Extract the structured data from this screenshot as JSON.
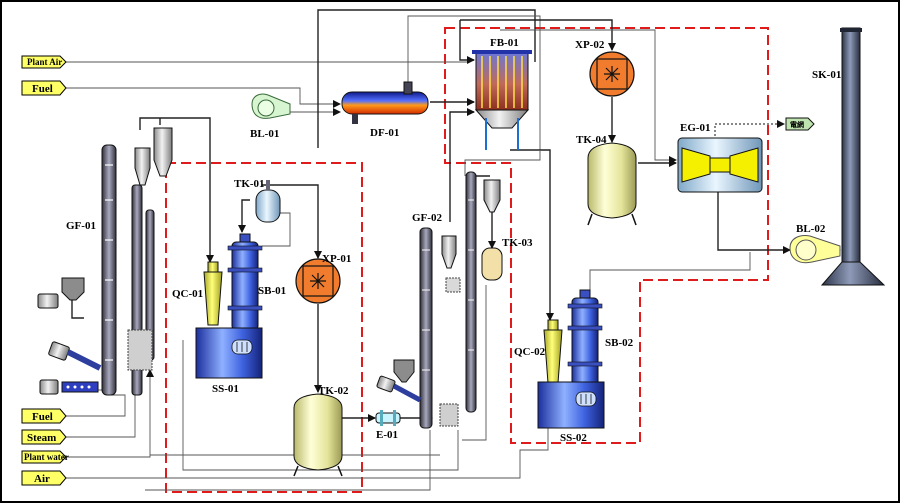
{
  "inputs": {
    "plant_air": "Plant Air",
    "fuel_top": "Fuel",
    "fuel_bottom": "Fuel",
    "steam": "Steam",
    "plant_water": "Plant water",
    "air": "Air"
  },
  "equipment": {
    "gf01": "GF-01",
    "gf02": "GF-02",
    "bl01": "BL-01",
    "bl02": "BL-02",
    "df01": "DF-01",
    "fb01": "FB-01",
    "xp01": "XP-01",
    "xp02": "XP-02",
    "tk01": "TK-01",
    "tk02": "TK-02",
    "tk03": "TK-03",
    "tk04": "TK-04",
    "qc01": "QC-01",
    "qc02": "QC-02",
    "sb01": "SB-01",
    "sb02": "SB-02",
    "ss01": "SS-01",
    "ss02": "SS-02",
    "eg01": "EG-01",
    "e01": "E-01",
    "sk01": "SK-01"
  },
  "outputs": {
    "power": "電網"
  },
  "colors": {
    "zone_border": "#e01b1b",
    "input_tag": "#ffff66",
    "vessel_yellow": "#f3f3b0",
    "exchanger_orange": "#f27c2e",
    "vessel_blue": "#3f63e0",
    "stack": "#4a5570"
  }
}
